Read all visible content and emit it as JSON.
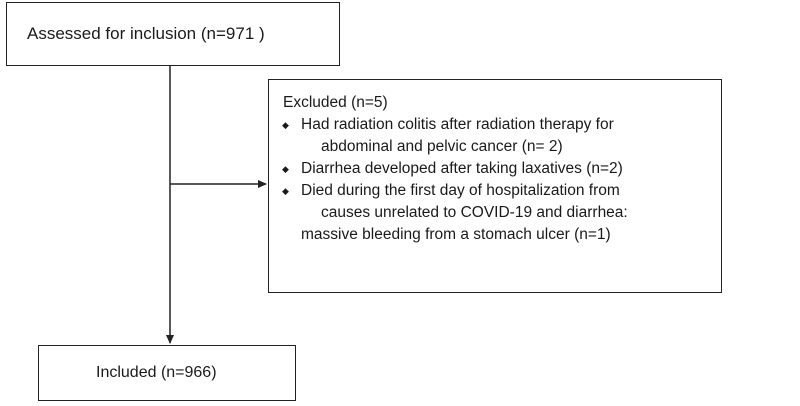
{
  "assessed": {
    "label": "Assessed for inclusion (n=971 )"
  },
  "excluded": {
    "heading": "Excluded  (n=5)",
    "items": [
      {
        "lines": [
          "Had radiation colitis after radiation therapy for",
          "abdominal and pelvic cancer (n= 2)"
        ]
      },
      {
        "lines": [
          "Diarrhea developed after taking laxatives (n=2)"
        ]
      },
      {
        "lines": [
          "Died during the first day of hospitalization from",
          "causes unrelated to COVID-19 and diarrhea:",
          "massive bleeding from a stomach ulcer (n=1)"
        ]
      }
    ]
  },
  "included": {
    "label": "Included (n=966)"
  },
  "colors": {
    "line": "#222222",
    "text": "#1a1a1a",
    "background": "#ffffff"
  }
}
